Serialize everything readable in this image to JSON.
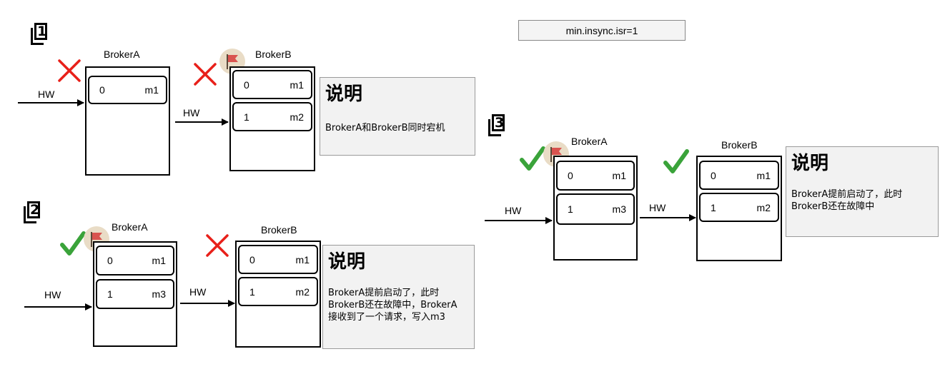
{
  "config_label": "min.insync.isr=1",
  "broker_a": "BrokerA",
  "broker_b": "BrokerB",
  "hw": "HW",
  "note_title": "说明",
  "steps": {
    "s1": {
      "number": "1",
      "a_records": [
        {
          "offset": "0",
          "msg": "m1"
        }
      ],
      "b_records": [
        {
          "offset": "0",
          "msg": "m1"
        },
        {
          "offset": "1",
          "msg": "m2"
        }
      ],
      "note": "BrokerA和BrokerB同时宕机"
    },
    "s2": {
      "number": "2",
      "a_records": [
        {
          "offset": "0",
          "msg": "m1"
        },
        {
          "offset": "1",
          "msg": "m3"
        }
      ],
      "b_records": [
        {
          "offset": "0",
          "msg": "m1"
        },
        {
          "offset": "1",
          "msg": "m2"
        }
      ],
      "note_lines": [
        "BrokerA提前启动了，此时",
        "BrokerB还在故障中，BrokerA",
        "接收到了一个请求，写入m3"
      ]
    },
    "s3": {
      "number": "3",
      "a_records": [
        {
          "offset": "0",
          "msg": "m1"
        },
        {
          "offset": "1",
          "msg": "m3"
        }
      ],
      "b_records": [
        {
          "offset": "0",
          "msg": "m1"
        },
        {
          "offset": "1",
          "msg": "m2"
        }
      ],
      "note_lines": [
        "BrokerA提前启动了，此时",
        "BrokerB还在故障中"
      ]
    }
  },
  "icons": {
    "down": "red-x-icon",
    "up": "green-check-icon",
    "leader": "red-flag-icon"
  },
  "colors": {
    "down": "#e8201a",
    "up": "#3aa33a",
    "flag": "#d9534f",
    "note_bg": "#f2f2f2"
  }
}
